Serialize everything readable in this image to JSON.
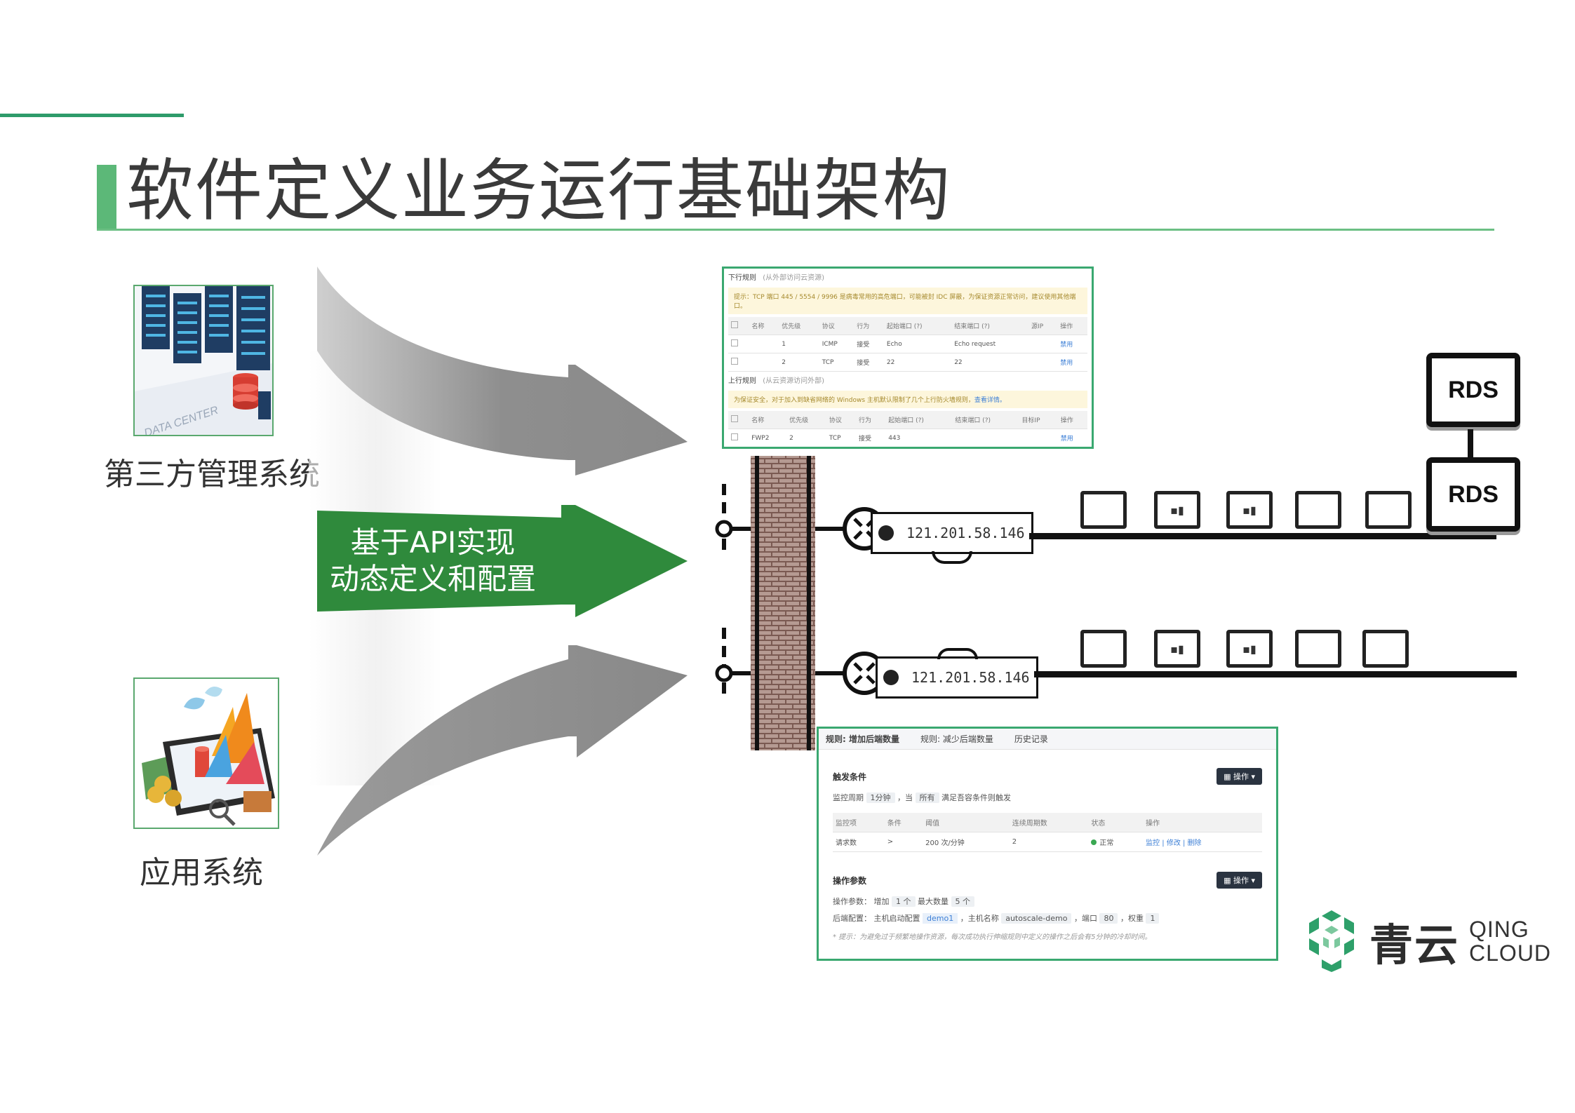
{
  "title": "软件定义业务运行基础架构",
  "left": {
    "top_caption": "第三方管理系统",
    "datacenter_label": "DATA CENTER",
    "bottom_caption": "应用系统"
  },
  "arrow_label": {
    "line1": "基于API实现",
    "line2": "动态定义和配置"
  },
  "firewall_panel": {
    "downstream_title": "下行规则",
    "downstream_hint": "(从外部访问云资源)",
    "downstream_warning": "提示：TCP 端口 445 / 5554 / 9996 是病毒常用的高危端口，可能被封 IDC 屏蔽，为保证资源正常访问，建议使用其他端口。",
    "columns": [
      "名称",
      "优先级",
      "协议",
      "行为",
      "起始端口 (?)",
      "结束端口 (?)",
      "源IP",
      "操作"
    ],
    "down_rows": [
      [
        "",
        "1",
        "ICMP",
        "接受",
        "Echo",
        "Echo request",
        "",
        "禁用"
      ],
      [
        "",
        "2",
        "TCP",
        "接受",
        "22",
        "22",
        "",
        "禁用"
      ]
    ],
    "upstream_title": "上行规则",
    "upstream_hint": "(从云资源访问外部)",
    "upstream_warning": "为保证安全，对于加入到缺省网络的 Windows 主机默认限制了几个上行防火墙规则，",
    "upstream_warning_link": "查看详情。",
    "up_columns": [
      "名称",
      "优先级",
      "协议",
      "行为",
      "起始端口 (?)",
      "结束端口 (?)",
      "目标IP",
      "操作"
    ],
    "up_rows": [
      [
        "FWP2",
        "2",
        "TCP",
        "接受",
        "443",
        "",
        "",
        "禁用"
      ]
    ]
  },
  "network": {
    "ip_top": "121.201.58.146",
    "ip_bottom": "121.201.58.146",
    "rds_top": "RDS",
    "rds_bottom": "RDS"
  },
  "autoscale_panel": {
    "tab1": "规则: 增加后端数量",
    "tab2": "规则: 减少后端数量",
    "tab3": "历史记录",
    "trigger_title": "触发条件",
    "op_button": "操作",
    "period_label": "监控周期",
    "period_value": "1分钟",
    "when_label": "，当",
    "when_value": "所有",
    "when_suffix": "满足吾容条件则触发",
    "columns": [
      "监控项",
      "条件",
      "阈值",
      "连续周期数",
      "状态",
      "操作"
    ],
    "row": [
      "请求数",
      ">",
      "200 次/分钟",
      "2",
      "正常"
    ],
    "row_actions": "监控 | 修改 | 删除",
    "param_title": "操作参数",
    "param_line_label": "操作参数：",
    "param_add": "增加",
    "param_add_value": "1 个",
    "param_max": "最大数量",
    "param_max_value": "5 个",
    "backend_label": "后端配置：",
    "backend_startup": "主机启动配置",
    "backend_startup_value": "demo1",
    "backend_name_label": "，主机名称",
    "backend_name_value": "autoscale-demo",
    "backend_port_label": "，端口",
    "backend_port_value": "80",
    "backend_weight_label": "，权重",
    "backend_weight_value": "1",
    "note": "* 提示：为避免过于频繁地操作资源，每次成功执行伸缩规则中定义的操作之后会有5分钟的冷却时间。"
  },
  "logo": {
    "cn": "青云",
    "en1": "QING",
    "en2": "CLOUD"
  },
  "colors": {
    "accent_green": "#2e9b6a",
    "arrow_green": "#2f8a3c",
    "arrow_gray": "#8e8e8e"
  }
}
